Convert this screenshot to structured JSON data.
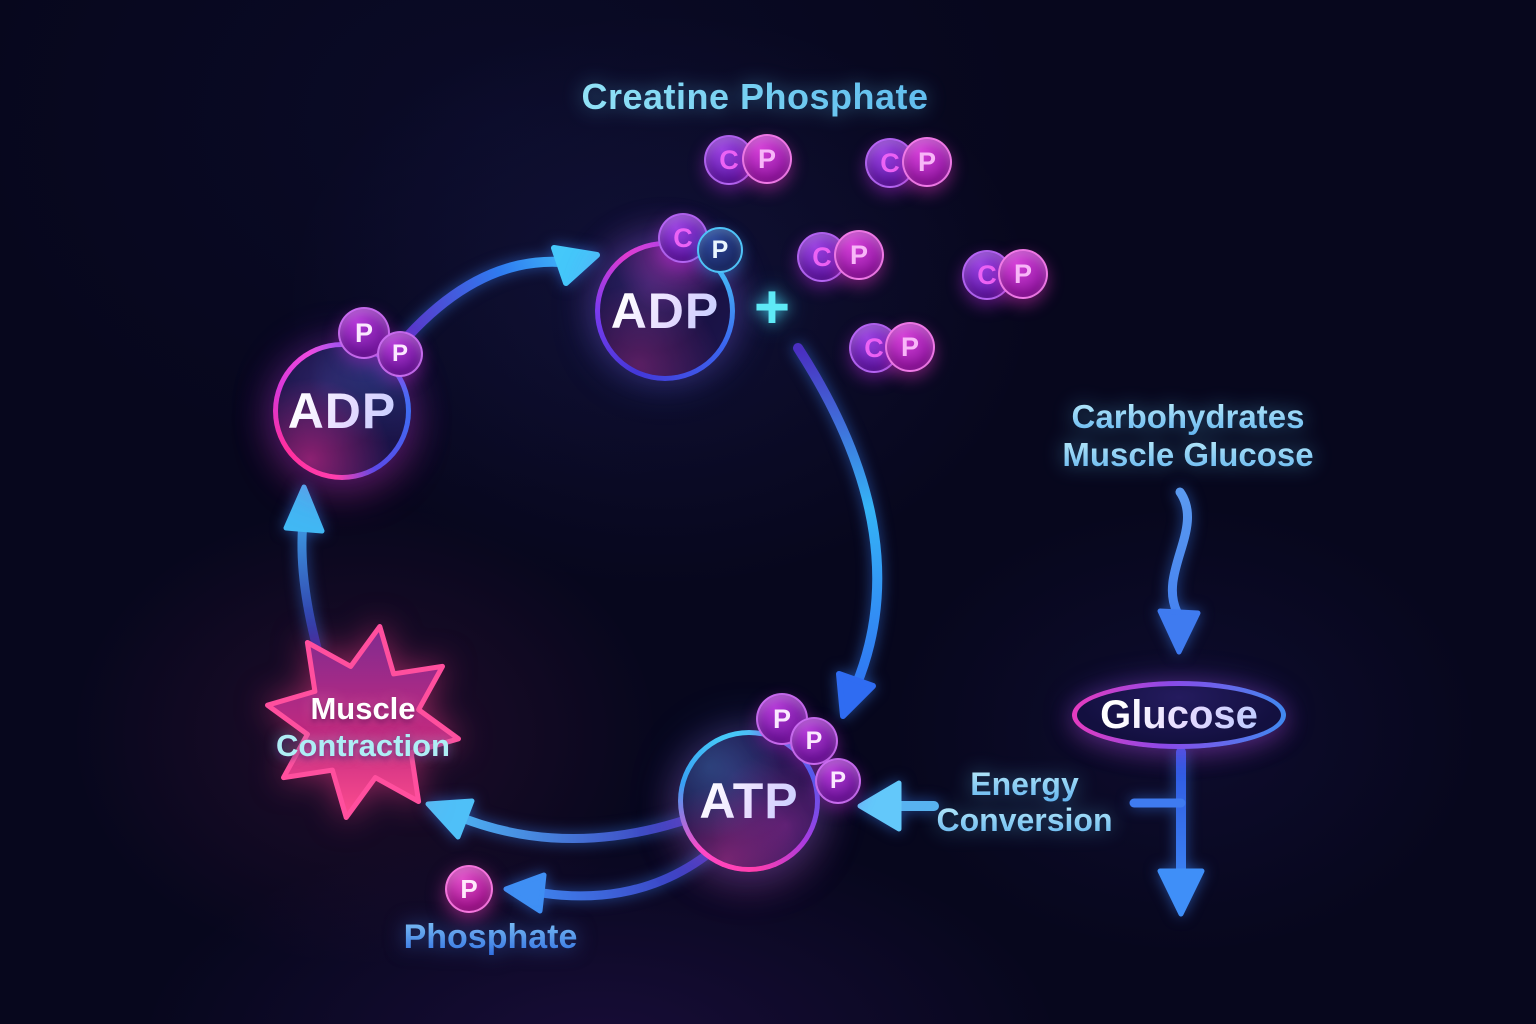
{
  "title": "Creatine Phosphate",
  "cp_pairs": [
    {
      "c": "C",
      "p": "P"
    },
    {
      "c": "C",
      "p": "P"
    },
    {
      "c": "C",
      "p": "P"
    },
    {
      "c": "C",
      "p": "P"
    },
    {
      "c": "C",
      "p": "P"
    }
  ],
  "cycle": {
    "adp_top": {
      "label": "ADP",
      "c": "C",
      "p": "P"
    },
    "plus": "+",
    "adp_left": {
      "label": "ADP",
      "p1": "P",
      "p2": "P"
    },
    "atp": {
      "label": "ATP",
      "p1": "P",
      "p2": "P",
      "p3": "P"
    }
  },
  "muscle_contraction": {
    "line1": "Muscle",
    "line2": "Contraction"
  },
  "phosphate": {
    "label": "Phosphate",
    "p": "P"
  },
  "glucose_pathway": {
    "source_line1": "Carbohydrates",
    "source_line2": "Muscle Glucose",
    "glucose": "Glucose",
    "energy_line1": "Energy",
    "energy_line2": "Conversion"
  },
  "colors": {
    "background": "#07071d",
    "cyan_text": "#8ed9f2",
    "blue_arrow": "#3a8ef4",
    "magenta_molecule": "#c families02bc0",
    "purple_molecule": "#6a23b5",
    "pink_star": "#ff4d94",
    "node_ring_cyan": "#49c8f8",
    "node_ring_pink": "#ff2f9e"
  }
}
